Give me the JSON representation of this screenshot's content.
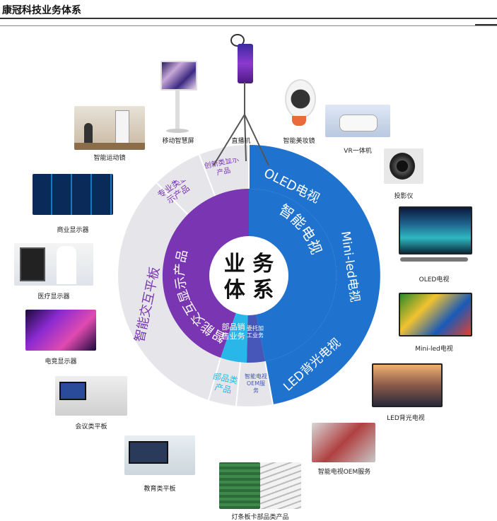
{
  "header": {
    "title": "康冠科技业务体系"
  },
  "center": {
    "line1": "业 务",
    "line2": "体 系"
  },
  "outer_ring": {
    "smart_tv": [
      "OLED电视",
      "Mini-led电视",
      "LED背光电视"
    ],
    "oem": "智能电视OEM服务",
    "parts": "部品类产品",
    "interactive": "智能交互平板",
    "professional": "专业类显示产品",
    "innovative": "创新类显示产品"
  },
  "inner_ring": {
    "smart_tv": "智能电视",
    "interactive": "智能交互显示产品",
    "parts_sales": "部品销售业务",
    "oem_proc": "委托加工业务"
  },
  "products": {
    "fitness_mirror": "智能运动镜",
    "mobile_screen": "移动智慧屏",
    "live_stream": "直播机",
    "beauty_mirror": "智能美妆镜",
    "vr": "VR一体机",
    "projector": "投影仪",
    "oled_tv": "OLED电视",
    "mini_led_tv": "Mini-led电视",
    "led_tv": "LED背光电视",
    "oem_service": "智能电视OEM服务",
    "parts": "灯条板卡部品类产品",
    "edu_panel": "教育类平板",
    "meeting_panel": "会议类平板",
    "esports": "电竞显示器",
    "medical": "医疗显示器",
    "commercial": "商业显示器"
  },
  "colors": {
    "purple": "#7a35b2",
    "blue": "#1f73cf",
    "outer_gray": "#e4e4e8",
    "accent_light": "#29b6e8"
  }
}
